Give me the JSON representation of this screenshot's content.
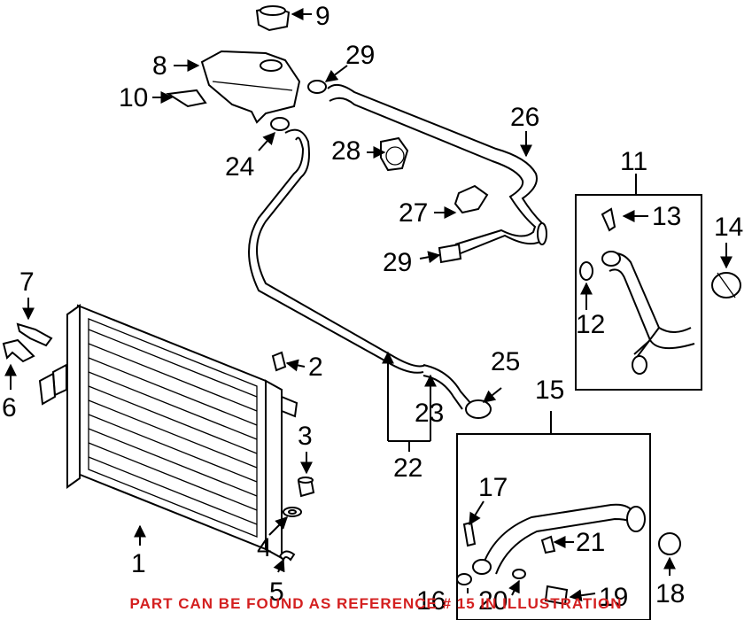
{
  "callouts": {
    "c1": "1",
    "c2": "2",
    "c3": "3",
    "c4": "4",
    "c5": "5",
    "c6": "6",
    "c7": "7",
    "c8": "8",
    "c9": "9",
    "c10": "10",
    "c11": "11",
    "c12": "12",
    "c13": "13",
    "c14": "14",
    "c15": "15",
    "c16": "16",
    "c17": "17",
    "c18": "18",
    "c19": "19",
    "c20": "20",
    "c21": "21",
    "c22": "22",
    "c23": "23",
    "c24": "24",
    "c25": "25",
    "c26": "26",
    "c27": "27",
    "c28": "28",
    "c29a": "29",
    "c29b": "29"
  },
  "footer_text": "PART CAN BE FOUND AS REFERENCE # 15 IN ILLUSTRATION",
  "colors": {
    "footer": "#d42020",
    "ink": "#000000"
  }
}
